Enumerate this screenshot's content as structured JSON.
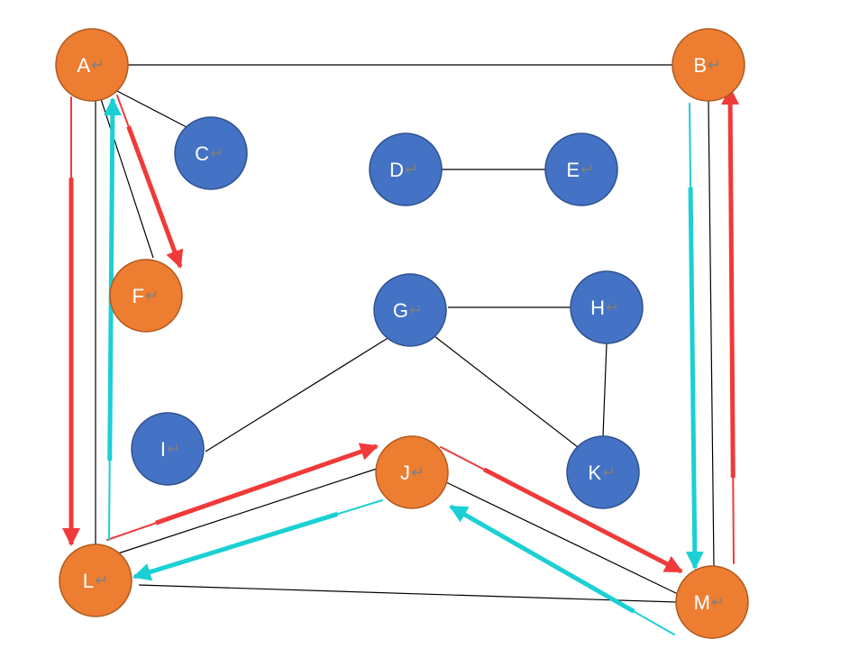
{
  "colors": {
    "orange_fill": "#ED7D31",
    "orange_stroke": "#AE5A21",
    "blue_fill": "#4472C4",
    "blue_stroke": "#2F528F",
    "edge": "#000000",
    "red_arrow": "#F03A3A",
    "cyan_arrow": "#1BD0D4"
  },
  "enter_mark": "↵",
  "nodes": [
    {
      "id": "A",
      "label": "A",
      "group": "orange"
    },
    {
      "id": "B",
      "label": "B",
      "group": "orange"
    },
    {
      "id": "C",
      "label": "C",
      "group": "blue"
    },
    {
      "id": "D",
      "label": "D",
      "group": "blue"
    },
    {
      "id": "E",
      "label": "E",
      "group": "blue"
    },
    {
      "id": "F",
      "label": "F",
      "group": "orange"
    },
    {
      "id": "G",
      "label": "G",
      "group": "blue"
    },
    {
      "id": "H",
      "label": "H",
      "group": "blue"
    },
    {
      "id": "I",
      "label": "I",
      "group": "blue"
    },
    {
      "id": "J",
      "label": "J",
      "group": "orange"
    },
    {
      "id": "K",
      "label": "K",
      "group": "blue"
    },
    {
      "id": "L",
      "label": "L",
      "group": "orange"
    },
    {
      "id": "M",
      "label": "M",
      "group": "orange"
    }
  ],
  "edges": [
    {
      "from": "A",
      "to": "B"
    },
    {
      "from": "A",
      "to": "C"
    },
    {
      "from": "A",
      "to": "F"
    },
    {
      "from": "A",
      "to": "L"
    },
    {
      "from": "B",
      "to": "M"
    },
    {
      "from": "D",
      "to": "E"
    },
    {
      "from": "G",
      "to": "H"
    },
    {
      "from": "G",
      "to": "I"
    },
    {
      "from": "G",
      "to": "K"
    },
    {
      "from": "H",
      "to": "K"
    },
    {
      "from": "J",
      "to": "L"
    },
    {
      "from": "J",
      "to": "M"
    },
    {
      "from": "L",
      "to": "M"
    }
  ],
  "arrows": [
    {
      "from": "A",
      "to": "F",
      "color": "red"
    },
    {
      "from": "A",
      "to": "L",
      "color": "red"
    },
    {
      "from": "L",
      "to": "J",
      "color": "red"
    },
    {
      "from": "J",
      "to": "M",
      "color": "red"
    },
    {
      "from": "M",
      "to": "B",
      "color": "red"
    },
    {
      "from": "L",
      "to": "A",
      "color": "cyan"
    },
    {
      "from": "B",
      "to": "M",
      "color": "cyan"
    },
    {
      "from": "J",
      "to": "L",
      "color": "cyan"
    },
    {
      "from": "M",
      "to": "J",
      "color": "cyan"
    }
  ]
}
